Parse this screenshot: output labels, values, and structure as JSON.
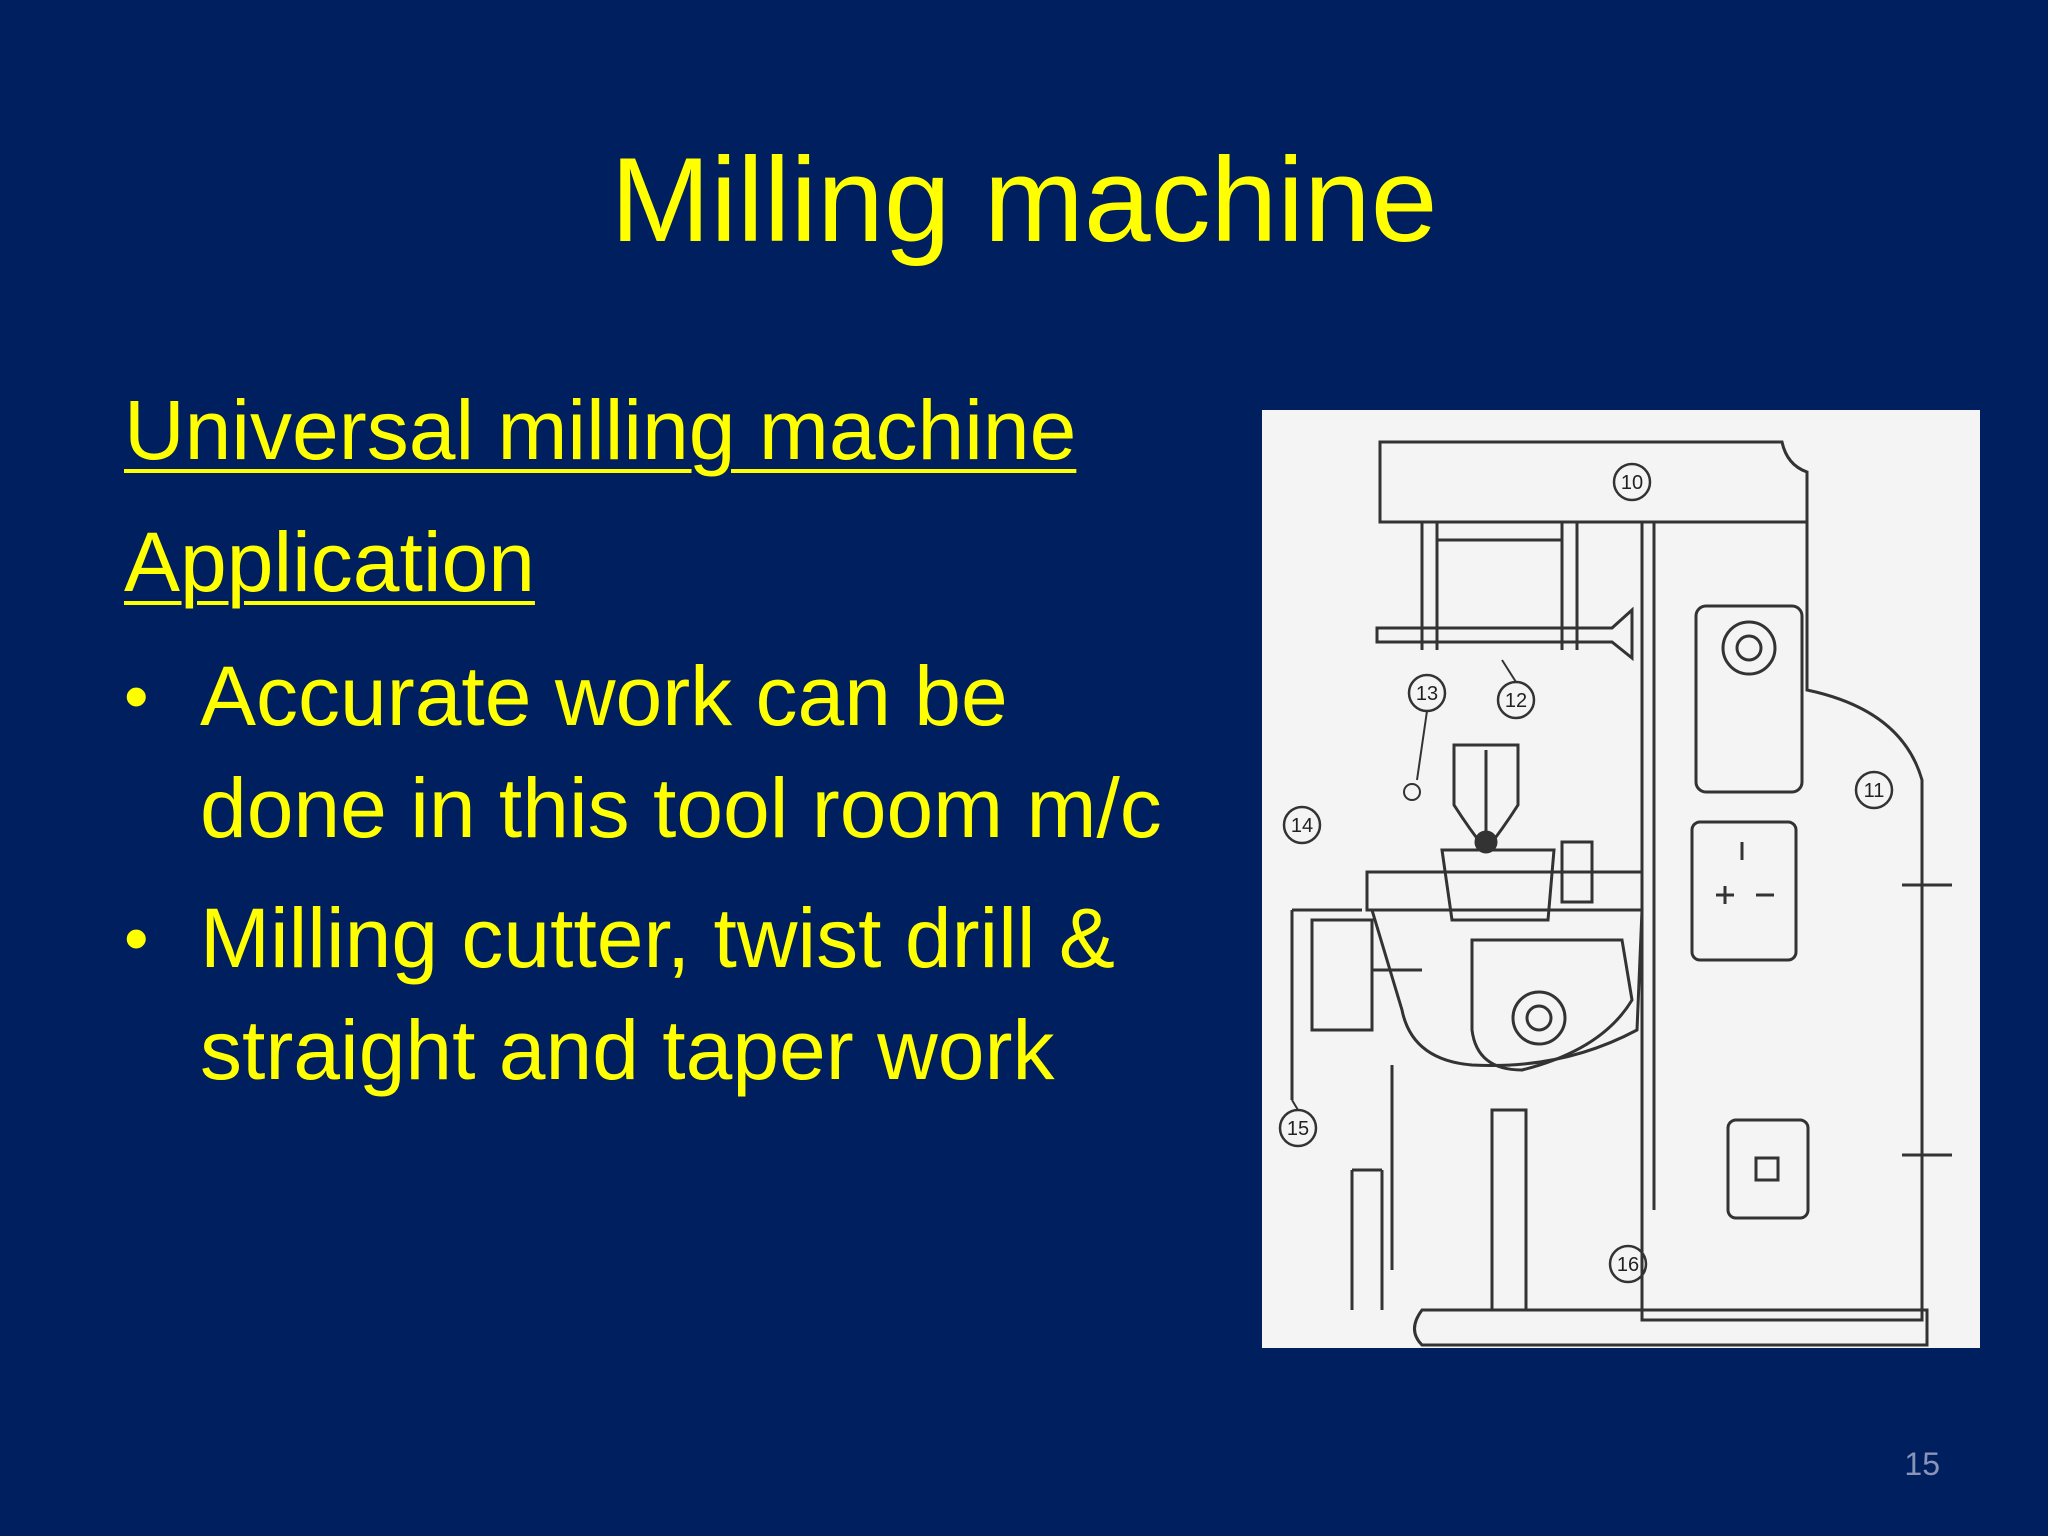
{
  "slide": {
    "title": "Milling machine",
    "subheading": "Universal milling machine",
    "section": "Application",
    "bullets": [
      "Accurate work can be done in this tool room m/c",
      "Milling cutter, twist drill & straight and taper work"
    ],
    "page_number": "15"
  },
  "figure": {
    "callouts": [
      "10",
      "11",
      "12",
      "13",
      "14",
      "15",
      "16"
    ]
  },
  "colors": {
    "background": "#001f5f",
    "text": "#ffff00",
    "figure_background": "#f4f4f4"
  }
}
